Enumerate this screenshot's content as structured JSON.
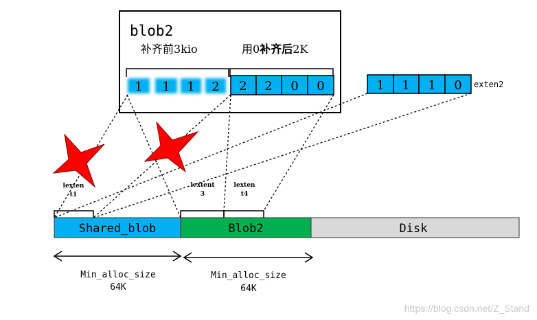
{
  "blob2_box": {
    "title": "blob2",
    "left_caption": "补齐前3kio",
    "right_caption_prefix": "用0",
    "right_caption_bold": "补齐后",
    "right_caption_suffix": "2K",
    "left_cells": [
      "1",
      "1",
      "1",
      "2"
    ],
    "right_cells": [
      "2",
      "2",
      "0",
      "0"
    ]
  },
  "extent2": {
    "cells": [
      "1",
      "1",
      "1",
      "0"
    ],
    "label": "exten2"
  },
  "extent_labels": {
    "lextent1_line1": "lexten",
    "lextent1_line2": "t1",
    "lextent3_line1": "lextent",
    "lextent3_line2": "3",
    "lextent4_line1": "lexten",
    "lextent4_line2": "t4"
  },
  "disk_bar": {
    "shared_blob": "Shared_blob",
    "blob2": "Blob2",
    "disk": "Disk"
  },
  "alloc": {
    "left_line1": "Min_alloc_size",
    "left_line2": "64K",
    "right_line1": "Min_alloc_size",
    "right_line2": "64K"
  },
  "watermark": "https://blog.csdn.net/Z_Stand",
  "colors": {
    "cyan": "#00b0f0",
    "green": "#00b050",
    "disk_gray": "#d9d9d9",
    "star_red": "#ff0000"
  }
}
